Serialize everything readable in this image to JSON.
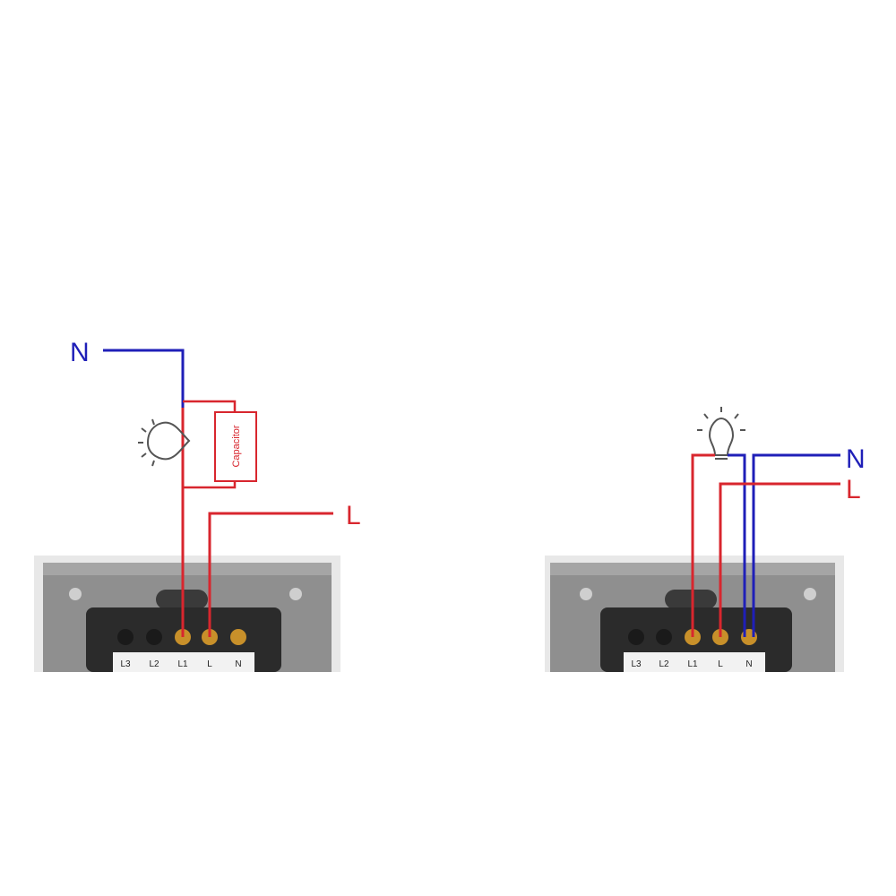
{
  "colors": {
    "neutral": "#1f1fb8",
    "live": "#d8262e",
    "panel": "#8f8f8f",
    "panel_frame": "#e6e6e6",
    "module": "#2b2b2b",
    "terminal": "#c8902a",
    "bulb": "#555555"
  },
  "icons": {
    "bulb": "light-bulb-icon"
  },
  "left_diagram": {
    "neutral_label": "N",
    "live_label": "L",
    "capacitor_label": "Capacitor",
    "terminals": [
      "L3",
      "L2",
      "L1",
      "L",
      "N"
    ]
  },
  "right_diagram": {
    "neutral_label": "N",
    "live_label": "L",
    "terminals": [
      "L3",
      "L2",
      "L1",
      "L",
      "N"
    ]
  }
}
